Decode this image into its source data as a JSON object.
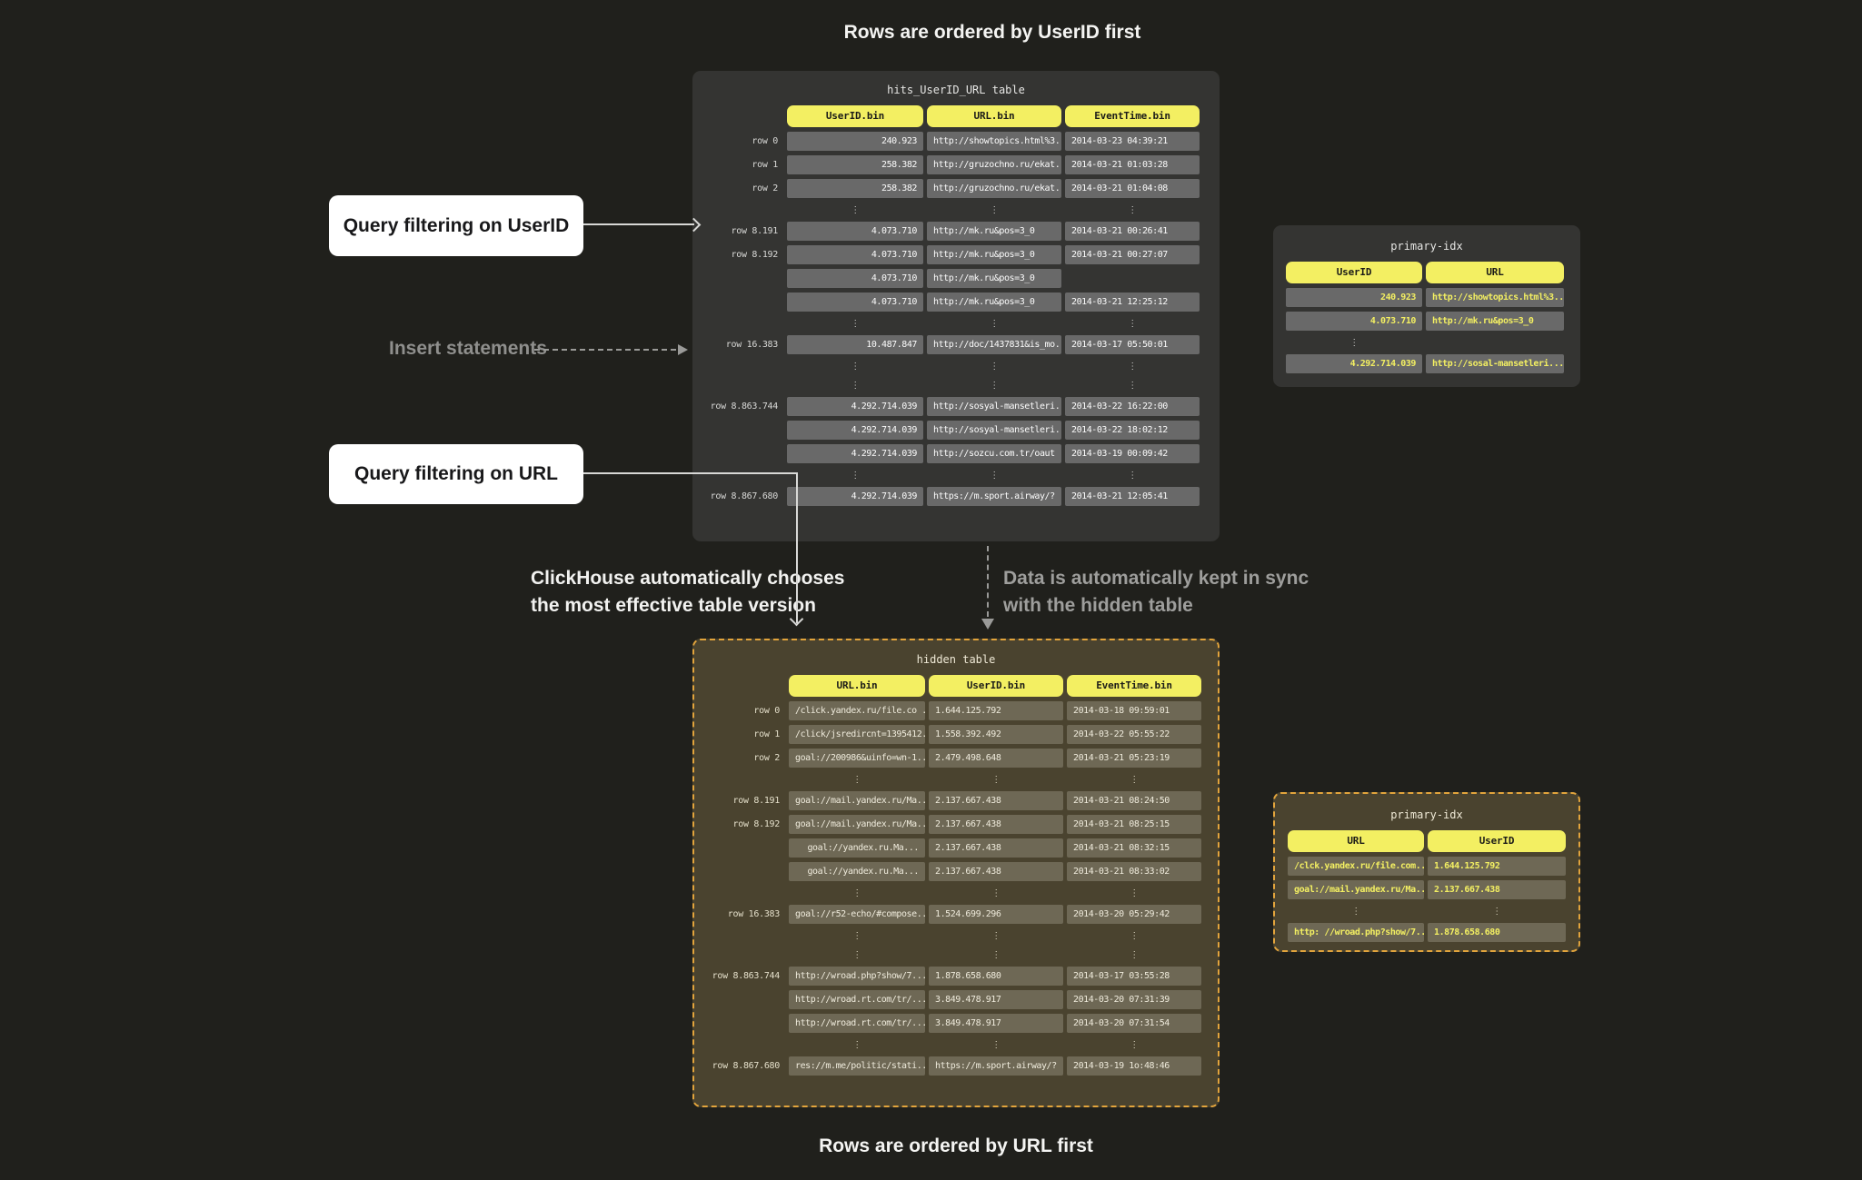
{
  "captions": {
    "top": "Rows are ordered by UserID first",
    "bottom": "Rows are ordered by URL first"
  },
  "callouts": {
    "filter_userid": "Query filtering on UserID",
    "insert_statements": "Insert statements",
    "filter_url": "Query filtering on URL",
    "chooses_line1": "ClickHouse automatically chooses",
    "chooses_line2": "the most effective table version",
    "sync_line1": "Data is automatically kept in sync",
    "sync_line2": "with the hidden table"
  },
  "colors": {
    "page_bg": "#20201c",
    "header_yellow": "#f3ef62",
    "dark_panel": "#343432",
    "dark_cell": "#696969",
    "olive_panel": "#4a432f",
    "olive_cell": "#6e6855",
    "dashed_border_gold": "#e2a43c",
    "arrow_light": "#d8d8d6",
    "arrow_gray": "#9a9a98"
  },
  "main_table": {
    "title": "hits_UserID_URL table",
    "columns": [
      "UserID.bin",
      "URL.bin",
      "EventTime.bin"
    ],
    "rows": [
      {
        "label": "row 0",
        "cells": [
          "240.923",
          "http://showtopics.html%3...",
          "2014-03-23 04:39:21"
        ]
      },
      {
        "label": "row 1",
        "cells": [
          "258.382",
          "http://gruzochno.ru/ekat...",
          "2014-03-21 01:03:28"
        ]
      },
      {
        "label": "row 2",
        "cells": [
          "258.382",
          "http://gruzochno.ru/ekat...",
          "2014-03-21 01:04:08"
        ]
      },
      {
        "dots": [
          true,
          true,
          true
        ]
      },
      {
        "label": "row 8.191",
        "cells": [
          "4.073.710",
          "http://mk.ru&pos=3_0",
          "2014-03-21 00:26:41"
        ]
      },
      {
        "label": "row 8.192",
        "cells": [
          "4.073.710",
          "http://mk.ru&pos=3_0",
          "2014-03-21 00:27:07"
        ]
      },
      {
        "label": "",
        "cells": [
          "4.073.710",
          "http://mk.ru&pos=3_0",
          null
        ]
      },
      {
        "label": "",
        "cells": [
          "4.073.710",
          "http://mk.ru&pos=3_0",
          "2014-03-21 12:25:12"
        ]
      },
      {
        "dots": [
          true,
          true,
          true
        ]
      },
      {
        "label": "row 16.383",
        "cells": [
          "10.487.847",
          "http://doc/1437831&is_mo...",
          "2014-03-17 05:50:01"
        ]
      },
      {
        "dots": [
          true,
          true,
          true
        ]
      },
      {
        "dots": [
          true,
          true,
          true
        ]
      },
      {
        "label": "row 8.863.744",
        "cells": [
          "4.292.714.039",
          "http://sosyal-mansetleri...",
          "2014-03-22 16:22:00"
        ]
      },
      {
        "label": "",
        "cells": [
          "4.292.714.039",
          "http://sosyal-mansetleri...",
          "2014-03-22 18:02:12"
        ]
      },
      {
        "label": "",
        "cells": [
          "4.292.714.039",
          "http://sozcu.com.tr/oaut",
          "2014-03-19 00:09:42"
        ]
      },
      {
        "dots": [
          true,
          true,
          true
        ]
      },
      {
        "label": "row 8.867.680",
        "cells": [
          "4.292.714.039",
          "https://m.sport.airway/?",
          "2014-03-21 12:05:41"
        ]
      }
    ]
  },
  "hidden_table": {
    "title": "hidden table",
    "columns": [
      "URL.bin",
      "UserID.bin",
      "EventTime.bin"
    ],
    "rows": [
      {
        "label": "row 0",
        "cells": [
          "/click.yandex.ru/file.co ...",
          "1.644.125.792",
          "2014-03-18 09:59:01"
        ]
      },
      {
        "label": "row 1",
        "cells": [
          "/click/jsredircnt=1395412...",
          "1.558.392.492",
          "2014-03-22 05:55:22"
        ]
      },
      {
        "label": "row 2",
        "cells": [
          "goal://200986&uinfo=wn-1...",
          "2.479.498.648",
          "2014-03-21 05:23:19"
        ]
      },
      {
        "dots": [
          true,
          true,
          true
        ]
      },
      {
        "label": "row 8.191",
        "cells": [
          "goal://mail.yandex.ru/Ma...",
          "2.137.667.438",
          "2014-03-21 08:24:50"
        ]
      },
      {
        "label": "row 8.192",
        "cells": [
          "goal://mail.yandex.ru/Ma...",
          "2.137.667.438",
          "2014-03-21 08:25:15"
        ]
      },
      {
        "label": "",
        "cells": [
          "goal://yandex.ru.Ma...",
          "2.137.667.438",
          "2014-03-21 08:32:15"
        ]
      },
      {
        "label": "",
        "cells": [
          "goal://yandex.ru.Ma...",
          "2.137.667.438",
          "2014-03-21 08:33:02"
        ]
      },
      {
        "dots": [
          true,
          true,
          true
        ]
      },
      {
        "label": "row 16.383",
        "cells": [
          "goal://r52-echo/#compose...",
          "1.524.699.296",
          "2014-03-20 05:29:42"
        ]
      },
      {
        "dots": [
          true,
          true,
          true
        ]
      },
      {
        "dots": [
          true,
          true,
          true
        ]
      },
      {
        "label": "row 8.863.744",
        "cells": [
          "http://wroad.php?show/7...",
          "1.878.658.680",
          "2014-03-17 03:55:28"
        ]
      },
      {
        "label": "",
        "cells": [
          "http://wroad.rt.com/tr/...",
          "3.849.478.917",
          "2014-03-20 07:31:39"
        ]
      },
      {
        "label": "",
        "cells": [
          "http://wroad.rt.com/tr/...",
          "3.849.478.917",
          "2014-03-20 07:31:54"
        ]
      },
      {
        "dots": [
          true,
          true,
          true
        ]
      },
      {
        "label": "row 8.867.680",
        "cells": [
          "res://m.me/politic/stati...",
          "https://m.sport.airway/?",
          "2014-03-19 1o:48:46"
        ]
      }
    ]
  },
  "primary_idx_top": {
    "title": "primary-idx",
    "columns": [
      "UserID",
      "URL"
    ],
    "rows": [
      {
        "cells": [
          "240.923",
          "http://showtopics.html%3..."
        ]
      },
      {
        "cells": [
          "4.073.710",
          "http://mk.ru&pos=3_0"
        ]
      },
      {
        "dots": [
          true,
          false
        ]
      },
      {
        "cells": [
          "4.292.714.039",
          "http://sosal-mansetleri..."
        ]
      }
    ]
  },
  "primary_idx_bottom": {
    "title": "primary-idx",
    "columns": [
      "URL",
      "UserID"
    ],
    "rows": [
      {
        "cells": [
          "/clck.yandex.ru/file.com...",
          "1.644.125.792"
        ]
      },
      {
        "cells": [
          "goal://mail.yandex.ru/Ma...",
          "2.137.667.438"
        ]
      },
      {
        "dots": [
          true,
          true
        ]
      },
      {
        "cells": [
          "http: //wroad.php?show/7...",
          "1.878.658.680"
        ]
      }
    ]
  }
}
